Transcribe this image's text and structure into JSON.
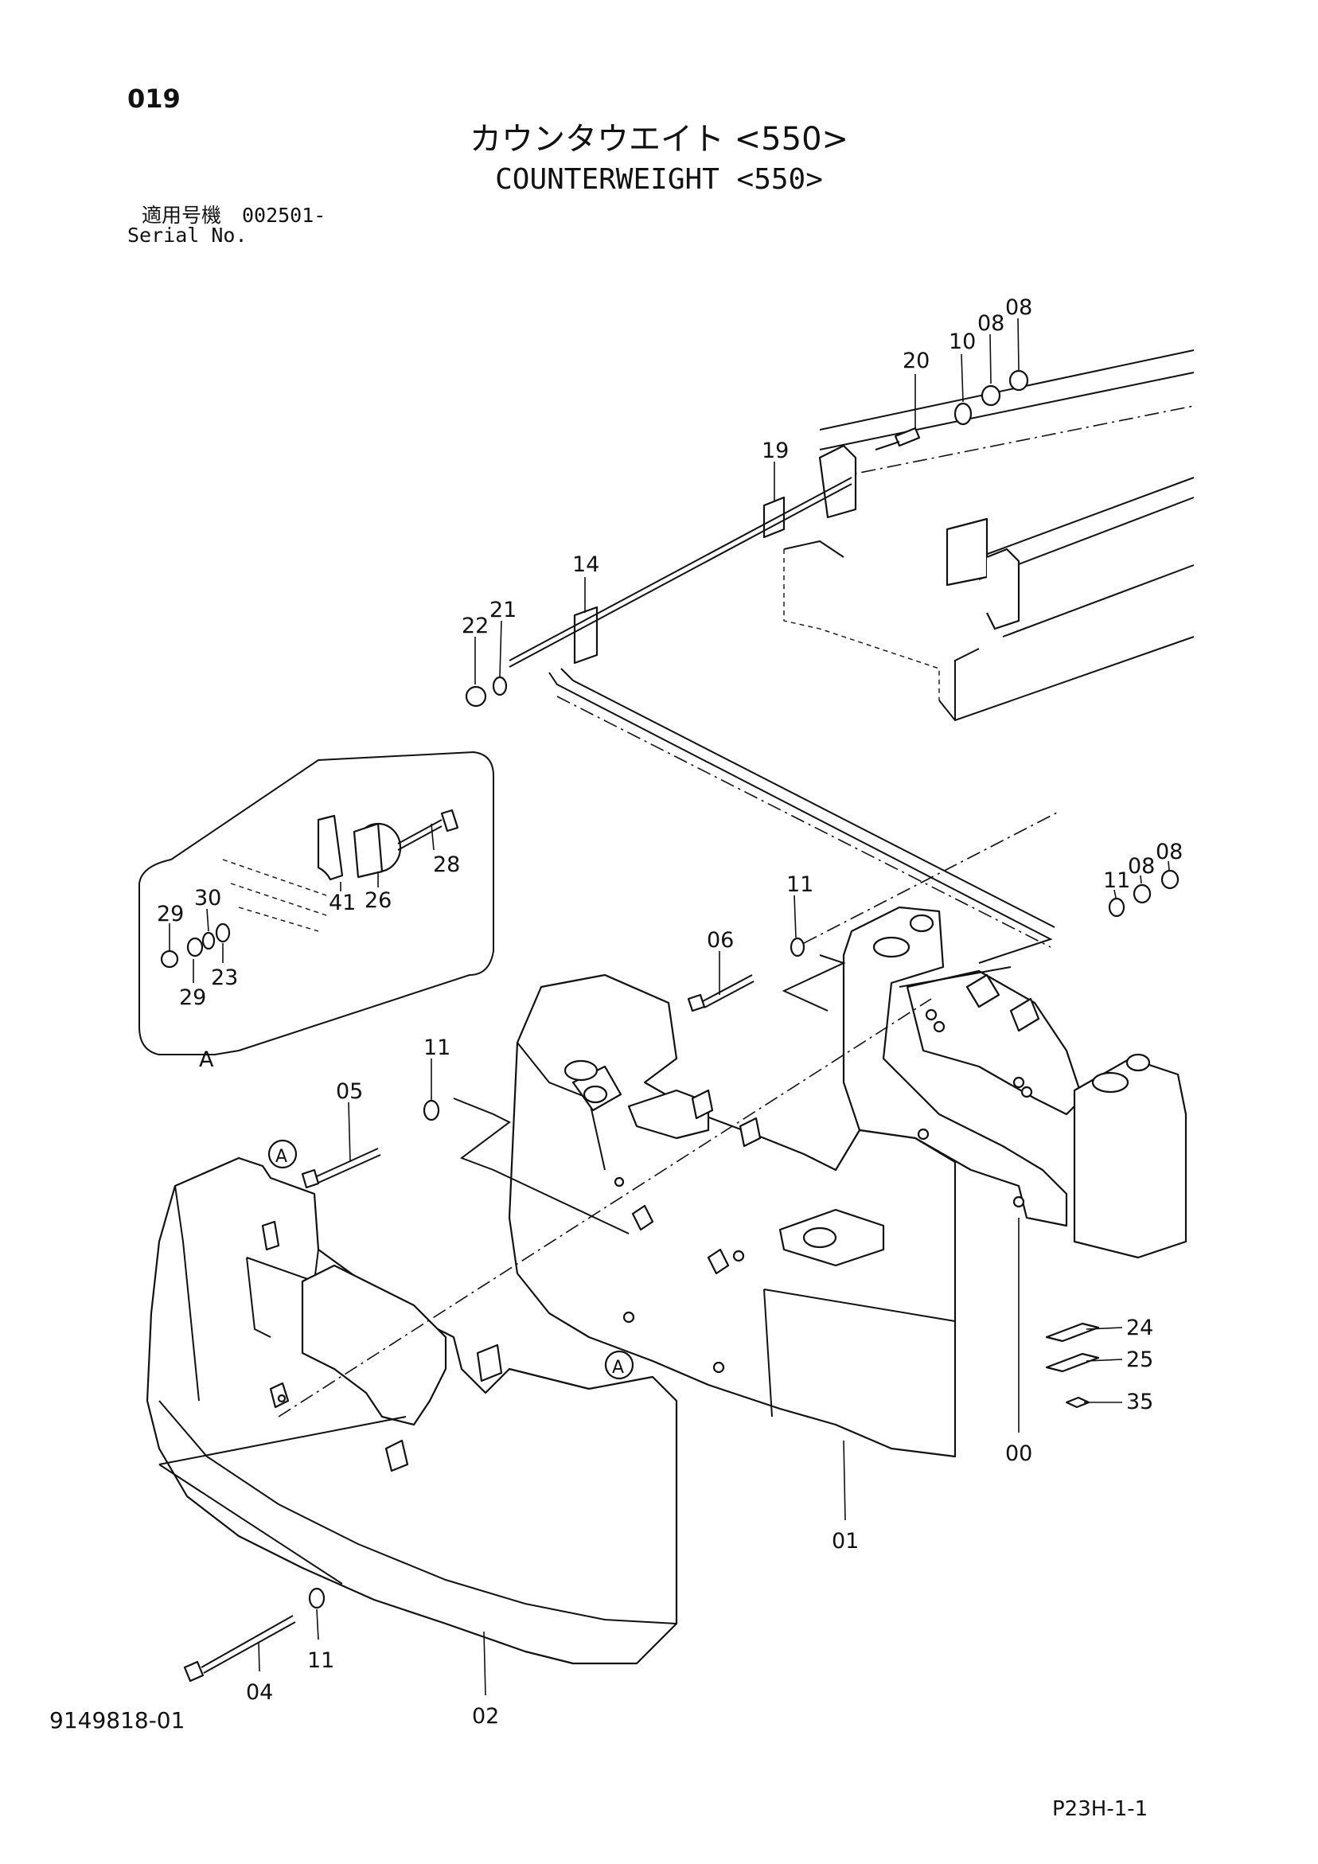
{
  "page_number": "019",
  "title_jp": "カウンタウエイト <550>",
  "title_en": "COUNTERWEIGHT <550>",
  "serial_label_jp": "適用号機",
  "serial_value": "002501-",
  "serial_label_en": "Serial No.",
  "document_number": "9149818-01",
  "page_code": "P23H-1-1",
  "detail_label": "A",
  "callouts": [
    {
      "id": "c20",
      "label": "20"
    },
    {
      "id": "c10",
      "label": "10"
    },
    {
      "id": "c08a",
      "label": "08"
    },
    {
      "id": "c08b",
      "label": "08"
    },
    {
      "id": "c19",
      "label": "19"
    },
    {
      "id": "c14",
      "label": "14"
    },
    {
      "id": "c22",
      "label": "22"
    },
    {
      "id": "c21",
      "label": "21"
    },
    {
      "id": "c28",
      "label": "28"
    },
    {
      "id": "c26",
      "label": "26"
    },
    {
      "id": "c41",
      "label": "41"
    },
    {
      "id": "c29a",
      "label": "29"
    },
    {
      "id": "c30",
      "label": "30"
    },
    {
      "id": "c29b",
      "label": "29"
    },
    {
      "id": "c23",
      "label": "23"
    },
    {
      "id": "c11a",
      "label": "11"
    },
    {
      "id": "c06",
      "label": "06"
    },
    {
      "id": "c11b",
      "label": "11"
    },
    {
      "id": "c08c",
      "label": "08"
    },
    {
      "id": "c08d",
      "label": "08"
    },
    {
      "id": "c11c",
      "label": "11"
    },
    {
      "id": "c05",
      "label": "05"
    },
    {
      "id": "c24",
      "label": "24"
    },
    {
      "id": "c25",
      "label": "25"
    },
    {
      "id": "c35",
      "label": "35"
    },
    {
      "id": "c00",
      "label": "00"
    },
    {
      "id": "c01",
      "label": "01"
    },
    {
      "id": "c02",
      "label": "02"
    },
    {
      "id": "c04",
      "label": "04"
    },
    {
      "id": "c11d",
      "label": "11"
    }
  ]
}
